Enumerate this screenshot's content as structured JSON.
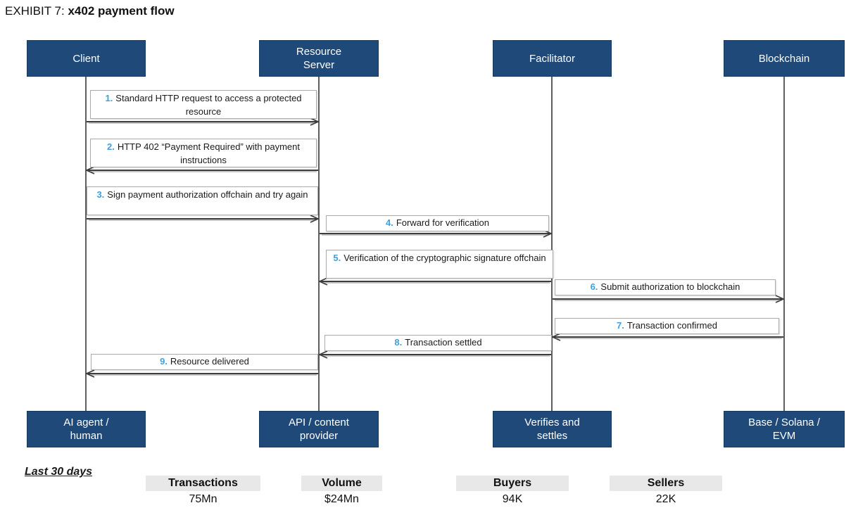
{
  "title": {
    "prefix": "EXHIBIT 7: ",
    "bold": "x402 payment flow"
  },
  "colors": {
    "actor_box_blue": "#1F4978",
    "message_number_blue": "#41A0DB",
    "stat_header_gray": "#E8E8E8",
    "arrow_dark": "#3d3d3d",
    "label_border_gray": "#ababab"
  },
  "actors": [
    {
      "top": "Client",
      "bottom": "AI agent /\nhuman"
    },
    {
      "top": "Resource\nServer",
      "bottom": "API / content\nprovider"
    },
    {
      "top": "Facilitator",
      "bottom": "Verifies and\nsettles"
    },
    {
      "top": "Blockchain",
      "bottom": "Base / Solana /\nEVM"
    }
  ],
  "messages": [
    {
      "num": "1.",
      "text": "Standard HTTP request to access a protected resource",
      "from": "Client",
      "to": "Resource Server"
    },
    {
      "num": "2.",
      "text": "HTTP 402 “Payment Required” with payment instructions",
      "from": "Resource Server",
      "to": "Client"
    },
    {
      "num": "3.",
      "text": "Sign payment authorization offchain and try again",
      "from": "Client",
      "to": "Resource Server"
    },
    {
      "num": "4.",
      "text": "Forward for verification",
      "from": "Resource Server",
      "to": "Facilitator"
    },
    {
      "num": "5.",
      "text": "Verification of the cryptographic signature offchain",
      "from": "Facilitator",
      "to": "Resource Server"
    },
    {
      "num": "6.",
      "text": "Submit authorization to blockchain",
      "from": "Facilitator",
      "to": "Blockchain"
    },
    {
      "num": "7.",
      "text": "Transaction confirmed",
      "from": "Blockchain",
      "to": "Facilitator"
    },
    {
      "num": "8.",
      "text": "Transaction settled",
      "from": "Facilitator",
      "to": "Resource Server"
    },
    {
      "num": "9.",
      "text": "Resource delivered",
      "from": "Resource Server",
      "to": "Client"
    }
  ],
  "stats": {
    "period_label": "Last 30 days",
    "items": [
      {
        "label": "Transactions",
        "value": "75Mn"
      },
      {
        "label": "Volume",
        "value": "$24Mn"
      },
      {
        "label": "Buyers",
        "value": "94K"
      },
      {
        "label": "Sellers",
        "value": "22K"
      }
    ]
  }
}
